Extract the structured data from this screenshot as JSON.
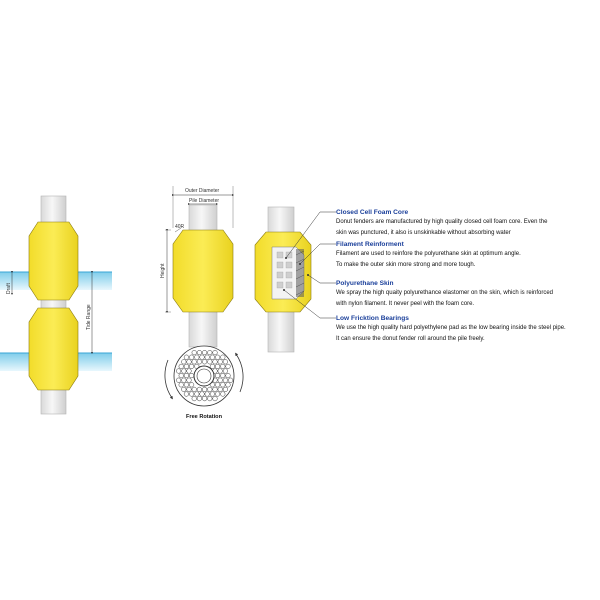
{
  "colors": {
    "fender_body": "#f7e53a",
    "fender_shadow": "#e6cf1a",
    "fender_outline": "#8a7a10",
    "pile": "#eeeeee",
    "water": "#9bd8ef",
    "title_blue": "#1a3f9a"
  },
  "labels": {
    "draft": "Draft",
    "tide_range": "Tide Range",
    "outer_diameter": "Outer Diameter",
    "pile_diameter": "Pile Diameter",
    "height": "Height",
    "r_label": "40R",
    "free_rotation": "Free Rotation"
  },
  "callouts": [
    {
      "title": "Closed Cell Foam Core",
      "lines": [
        "Donut fenders are manufactured by high quality closed cell foam core. Even the",
        "skin was punctured, it also is unskinkable without absorbing water"
      ]
    },
    {
      "title": "Filament Reinforment",
      "lines": [
        "Filament are used to reinfore the polyurethane skin at optimum angle.",
        "To make the outer skin more strong and more tough."
      ]
    },
    {
      "title": "Polyurethane Skin",
      "lines": [
        "We spray the high quaity polyurethance elastomer on the skin, which is reinforced",
        "with nylon filament. It never peel with the foam core."
      ]
    },
    {
      "title": "Low Fricktion Bearings",
      "lines": [
        "We use the high quality hard polyethylene pad as the low bearing inside the steel pipe.",
        "It can ensure the donut fender roll around the pile freely."
      ]
    }
  ]
}
